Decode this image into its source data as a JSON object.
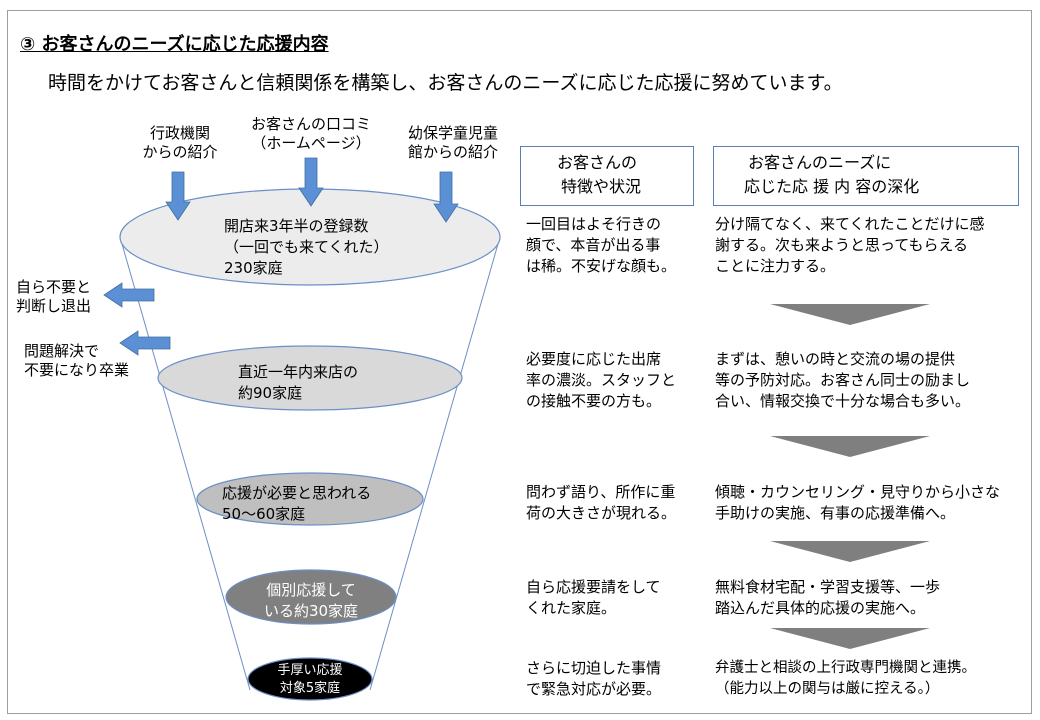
{
  "title": "③ お客さんのニーズに応じた応援内容",
  "subtitle": "時間をかけてお客さんと信頼関係を構築し、お客さんのニーズに応じた応援に努めています。",
  "sources": [
    {
      "line1": "行政機関",
      "line2": "からの紹介"
    },
    {
      "line1": "お客さんの口コミ",
      "line2": "（ホームページ）"
    },
    {
      "line1": "幼保学童児童",
      "line2": "館からの紹介"
    }
  ],
  "exits": [
    {
      "line1": "自ら不要と",
      "line2": "判断し退出"
    },
    {
      "line1": "問題解決で",
      "line2": "不要になり卒業"
    }
  ],
  "headers": {
    "situation": {
      "line1": "お客さんの",
      "line2": "特徴や状況"
    },
    "support": {
      "line1": "お客さんのニーズに",
      "line2": "応じた応 援 内 容の深化"
    }
  },
  "levels": [
    {
      "line1": "開店来3年半の登録数",
      "line2": "（一回でも来てくれた）",
      "line3": "230家庭",
      "situation": [
        "一回目はよそ行きの",
        "顔で、本音が出る事",
        "は稀。不安げな顔も。"
      ],
      "support": [
        "分け隔てなく、来てくれたことだけに感",
        "謝する。次も来ようと思ってもらえる",
        "ことに注力する。"
      ]
    },
    {
      "line1": "直近一年内来店の",
      "line2": "約90家庭",
      "situation": [
        "必要度に応じた出席",
        "率の濃淡。スタッフと",
        "の接触不要の方も。"
      ],
      "support": [
        "まずは、憩いの時と交流の場の提供",
        "等の予防対応。お客さん同士の励まし",
        "合い、情報交換で十分な場合も多い。"
      ]
    },
    {
      "line1": "応援が必要と思われる",
      "line2": "50～60家庭",
      "situation": [
        "問わず語り、所作に重",
        "荷の大きさが現れる。"
      ],
      "support": [
        "傾聴・カウンセリング・見守りから小さな",
        "手助けの実施、有事の応援準備へ。"
      ]
    },
    {
      "line1": "個別応援して",
      "line2": "いる約30家庭",
      "situation": [
        "自ら応援要請をして",
        "くれた家庭。"
      ],
      "support": [
        "無料食材宅配・学習支援等、一歩",
        "踏込んだ具体的応援の実施へ。"
      ]
    },
    {
      "line1": "手厚い応援",
      "line2": "対象5家庭",
      "situation": [
        "さらに切迫した事情",
        "で緊急対応が必要。"
      ],
      "support": [
        "弁護士と相談の上行政専門機関と連携。",
        "（能力以上の関与は厳に控える。）"
      ]
    }
  ],
  "colors": {
    "accent": "#5b8fd6",
    "outline": "#6c8fc7",
    "ellipse1": "#ececec",
    "ellipse2": "#d9d9d9",
    "ellipse3": "#bfbfbf",
    "ellipse4": "#808080",
    "ellipse5": "#000000",
    "chevron": "#7f7f7f"
  }
}
